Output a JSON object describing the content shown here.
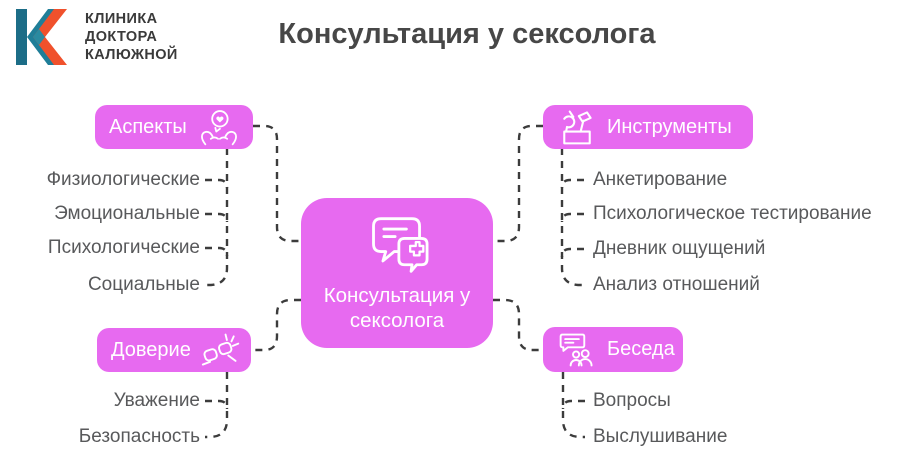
{
  "colors": {
    "accent": "#e76af0",
    "connector": "#3c3c3c",
    "leaf_text": "#58595b",
    "title_text": "#474747",
    "logo_blue": "#1c6d87",
    "logo_teal": "#1f7e98",
    "logo_orange": "#f0512c"
  },
  "logo": {
    "icon": "clinic-kk-logo-icon",
    "lines": [
      "КЛИНИКА",
      "ДОКТОРА",
      "КАЛЮЖНОЙ"
    ]
  },
  "header": {
    "title": "Консультация у сексолога"
  },
  "center": {
    "label": "Консультация у сексолога",
    "icon": "chat-medical-icon"
  },
  "branches": [
    {
      "label": "Аспекты",
      "icon": "hands-heart-bubble-icon",
      "side": "left",
      "children": [
        "Физиологические",
        "Эмоциональные",
        "Психологические",
        "Социальные"
      ]
    },
    {
      "label": "Инструменты",
      "icon": "tools-icon",
      "side": "right",
      "children": [
        "Анкетирование",
        "Психологическое тестирование",
        "Дневник ощущений",
        "Анализ отношений"
      ]
    },
    {
      "label": "Доверие",
      "icon": "fist-bump-icon",
      "side": "left",
      "children": [
        "Уважение",
        "Безопасность"
      ]
    },
    {
      "label": "Беседа",
      "icon": "conversation-icon",
      "side": "right",
      "children": [
        "Вопросы",
        "Выслушивание"
      ]
    }
  ]
}
